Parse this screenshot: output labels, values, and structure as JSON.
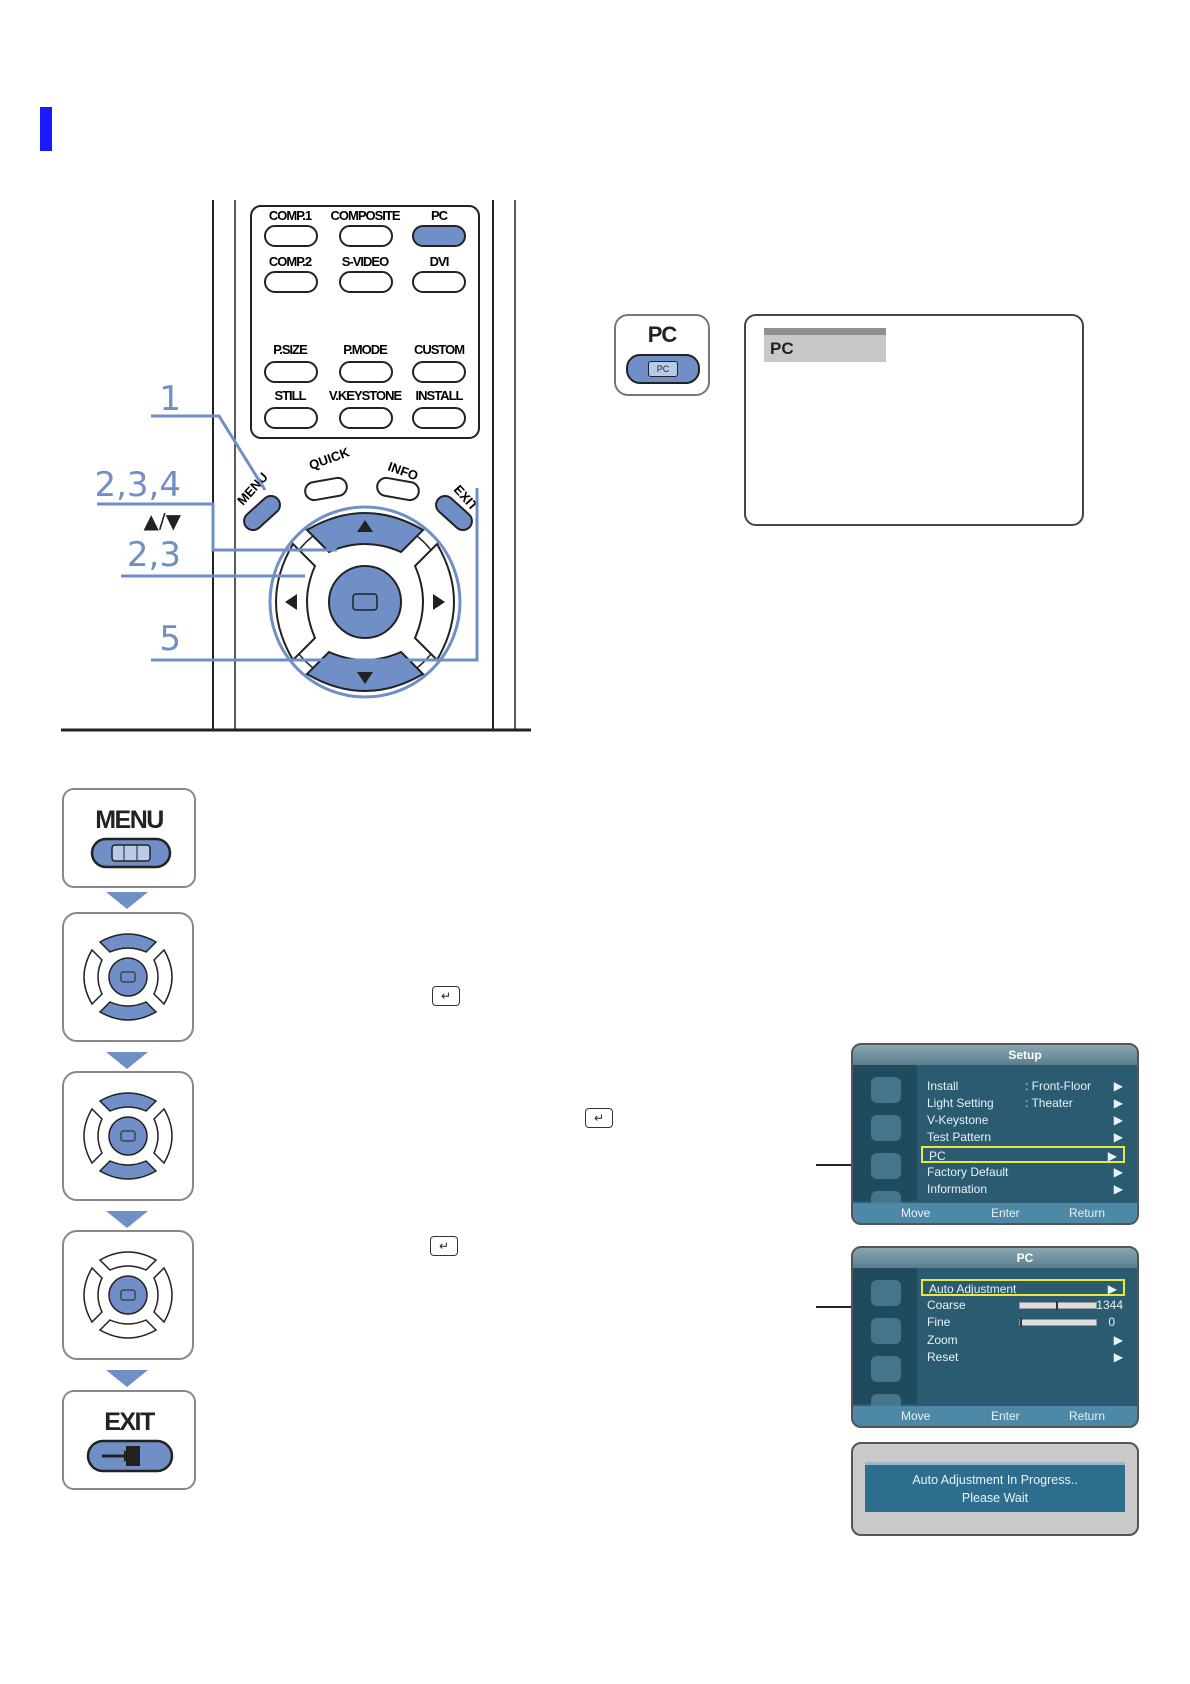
{
  "remote": {
    "source_buttons": [
      "COMP.1",
      "COMPOSITE",
      "PC",
      "COMP.2",
      "S-VIDEO",
      "DVI"
    ],
    "picture_buttons": [
      "P.SIZE",
      "P.MODE",
      "CUSTOM",
      "STILL",
      "V.KEYSTONE",
      "INSTALL"
    ],
    "nav_buttons": [
      "MENU",
      "QUICK",
      "INFO",
      "EXIT"
    ],
    "callouts": {
      "step1": "1",
      "step234": "2,3,4",
      "updown": "▲/▼",
      "step23": "2,3",
      "step5": "5"
    }
  },
  "pc_button": {
    "label": "PC",
    "key_text": "PC"
  },
  "screen": {
    "tag": "PC"
  },
  "steps": {
    "menu_label": "MENU",
    "exit_label": "EXIT",
    "enter_glyph": "↵"
  },
  "osd_setup": {
    "title": "Setup",
    "rows": [
      {
        "label": "Install",
        "value": ": Front-Floor",
        "arrow": "▶"
      },
      {
        "label": "Light Setting",
        "value": ": Theater",
        "arrow": "▶"
      },
      {
        "label": "V-Keystone",
        "value": "",
        "arrow": "▶"
      },
      {
        "label": "Test Pattern",
        "value": "",
        "arrow": "▶"
      },
      {
        "label": "PC",
        "value": "",
        "arrow": "▶"
      },
      {
        "label": "Factory Default",
        "value": "",
        "arrow": "▶"
      },
      {
        "label": "Information",
        "value": "",
        "arrow": "▶"
      }
    ],
    "footer": [
      "Move",
      "Enter",
      "Return"
    ]
  },
  "osd_pc": {
    "title": "PC",
    "rows": [
      {
        "label": "Auto Adjustment",
        "value": "",
        "arrow": "▶"
      },
      {
        "label": "Coarse",
        "value": "1344",
        "arrow": ""
      },
      {
        "label": "Fine",
        "value": "0",
        "arrow": ""
      },
      {
        "label": "Zoom",
        "value": "",
        "arrow": "▶"
      },
      {
        "label": "Reset",
        "value": "",
        "arrow": "▶"
      }
    ],
    "footer": [
      "Move",
      "Enter",
      "Return"
    ]
  },
  "progress_msg": {
    "line1": "Auto Adjustment In Progress..",
    "line2": "Please Wait"
  },
  "colors": {
    "accent": "#6f8fc6",
    "title_bar": "#1a1aff",
    "osd_bg": "#2a5b70",
    "highlight": "#e8e83a"
  }
}
